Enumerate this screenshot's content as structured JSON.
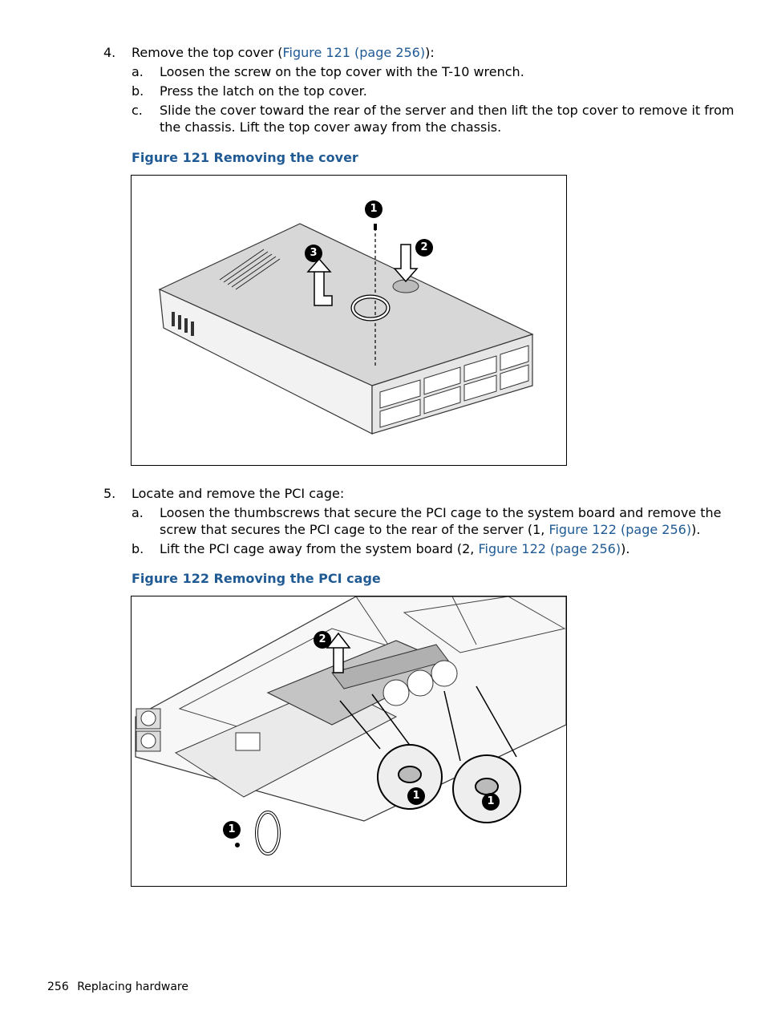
{
  "step4": {
    "number": "4.",
    "text_before": "Remove the top cover (",
    "link": "Figure 121 (page 256)",
    "text_after": "):",
    "a_label": "a.",
    "a_text": "Loosen the screw on the top cover with the T-10 wrench.",
    "b_label": "b.",
    "b_text": "Press the latch on the top cover.",
    "c_label": "c.",
    "c_line1": "Slide the cover toward the rear of the server and then lift the top cover to remove it from",
    "c_line2": "the chassis. Lift the top cover away from the chassis."
  },
  "figure121": {
    "title": "Figure 121 Removing the cover",
    "callouts": [
      "1",
      "2",
      "3"
    ]
  },
  "step5": {
    "number": "5.",
    "text": "Locate and remove the PCI cage:",
    "a_label": "a.",
    "a_line1": "Loosen the thumbscrews that secure the PCI cage to the system board and remove the",
    "a_line2_before": "screw that secures the PCI cage to the rear of the server (1, ",
    "a_line2_link": "Figure 122 (page 256)",
    "a_line2_after": ").",
    "b_label": "b.",
    "b_before": "Lift the PCI cage away from the system board (2, ",
    "b_link": "Figure 122 (page 256)",
    "b_after": ")."
  },
  "figure122": {
    "title": "Figure 122 Removing the PCI cage",
    "callouts": [
      "2",
      "1",
      "1",
      "1"
    ]
  },
  "footer": {
    "page_number": "256",
    "section": "Replacing hardware"
  },
  "colors": {
    "link": "#1f5a94",
    "text": "#000000"
  }
}
